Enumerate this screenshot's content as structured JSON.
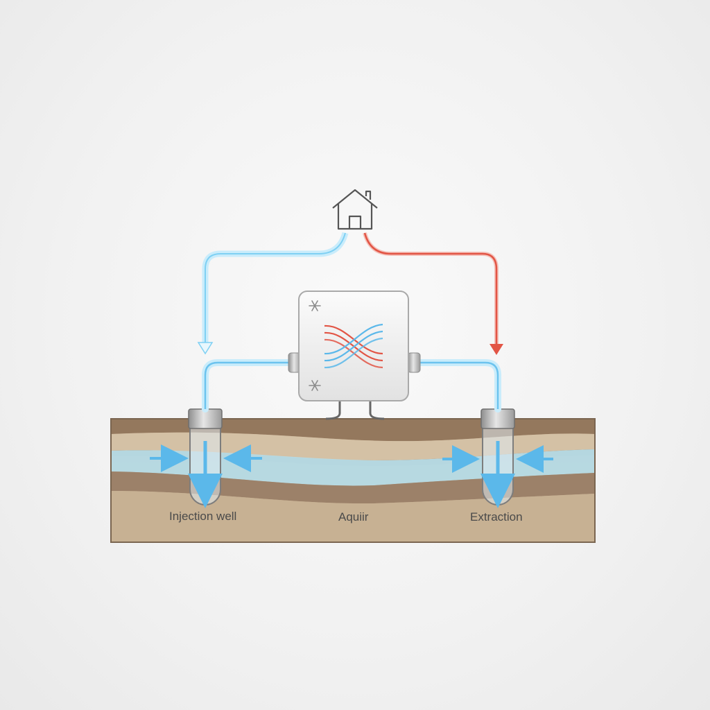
{
  "labels": {
    "injection_well": "Injection well",
    "aquifer": "Aquiir",
    "extraction_well": "Extraction"
  },
  "icons": {
    "building": "house-icon",
    "heat_exchanger": "heat-exchanger-icon",
    "cold_indicator": "snowflake-icon"
  },
  "colors": {
    "cold_flow": "#5bb8ea",
    "hot_flow": "#e25545",
    "aquifer_water": "#b6dbe6",
    "soil_dark": "#a08670",
    "soil_light": "#cfbb9f"
  }
}
